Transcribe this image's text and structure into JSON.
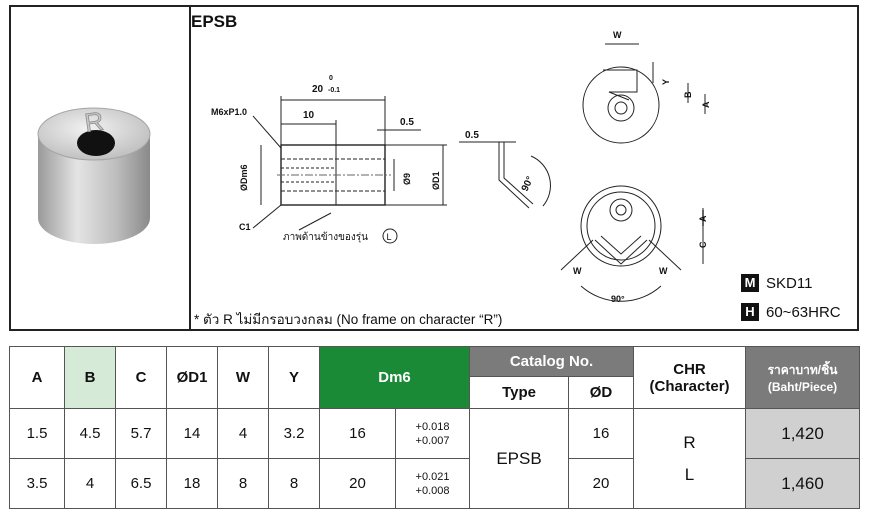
{
  "product": {
    "code": "EPSB",
    "note": "* ตัว R ไม่มีกรอบวงกลม (No frame on character “R”)",
    "materials": [
      {
        "tag": "M",
        "value": "SKD11"
      },
      {
        "tag": "H",
        "value": "60~63HRC"
      }
    ]
  },
  "drawing": {
    "length_label": "20",
    "length_tol_upper": "0",
    "length_tol_lower": "-0.1",
    "thread_label": "M6xP1.0",
    "thread_depth": "10",
    "chamfer_top": "0.5",
    "dm6_label": "ØDm6",
    "d9_label": "Ø9",
    "d1_label": "ØD1",
    "c1_label": "C1",
    "side_note": "ภาพด้านข้างของรุ่น",
    "side_note_circle": "L",
    "edge_label": "0.5",
    "angle_label": "90°",
    "w_label": "W",
    "y_label": "Y",
    "b_label": "B",
    "a_label": "A",
    "c_label": "C",
    "bottom_angle": "90°",
    "engraved_char": "R"
  },
  "table": {
    "headers": {
      "a": "A",
      "b": "B",
      "c": "C",
      "d1": "ØD1",
      "w": "W",
      "y": "Y",
      "dm6": "Dm6",
      "catalog": "Catalog No.",
      "type": "Type",
      "od": "ØD",
      "chr_line1": "CHR",
      "chr_line2": "(Character)",
      "price_line1": "ราคาบาท/ชิ้น",
      "price_line2": "(Baht/Piece)"
    },
    "rows": [
      {
        "a": "1.5",
        "b": "4.5",
        "c": "5.7",
        "d1": "14",
        "w": "4",
        "y": "3.2",
        "dm6": "16",
        "tol_up": "+0.018",
        "tol_lo": "+0.007",
        "od": "16",
        "price": "1,420"
      },
      {
        "a": "3.5",
        "b": "4",
        "c": "6.5",
        "d1": "18",
        "w": "8",
        "y": "8",
        "dm6": "20",
        "tol_up": "+0.021",
        "tol_lo": "+0.008",
        "od": "20",
        "price": "1,460"
      }
    ],
    "type_value": "EPSB",
    "chr_values": [
      "R",
      "L"
    ]
  }
}
